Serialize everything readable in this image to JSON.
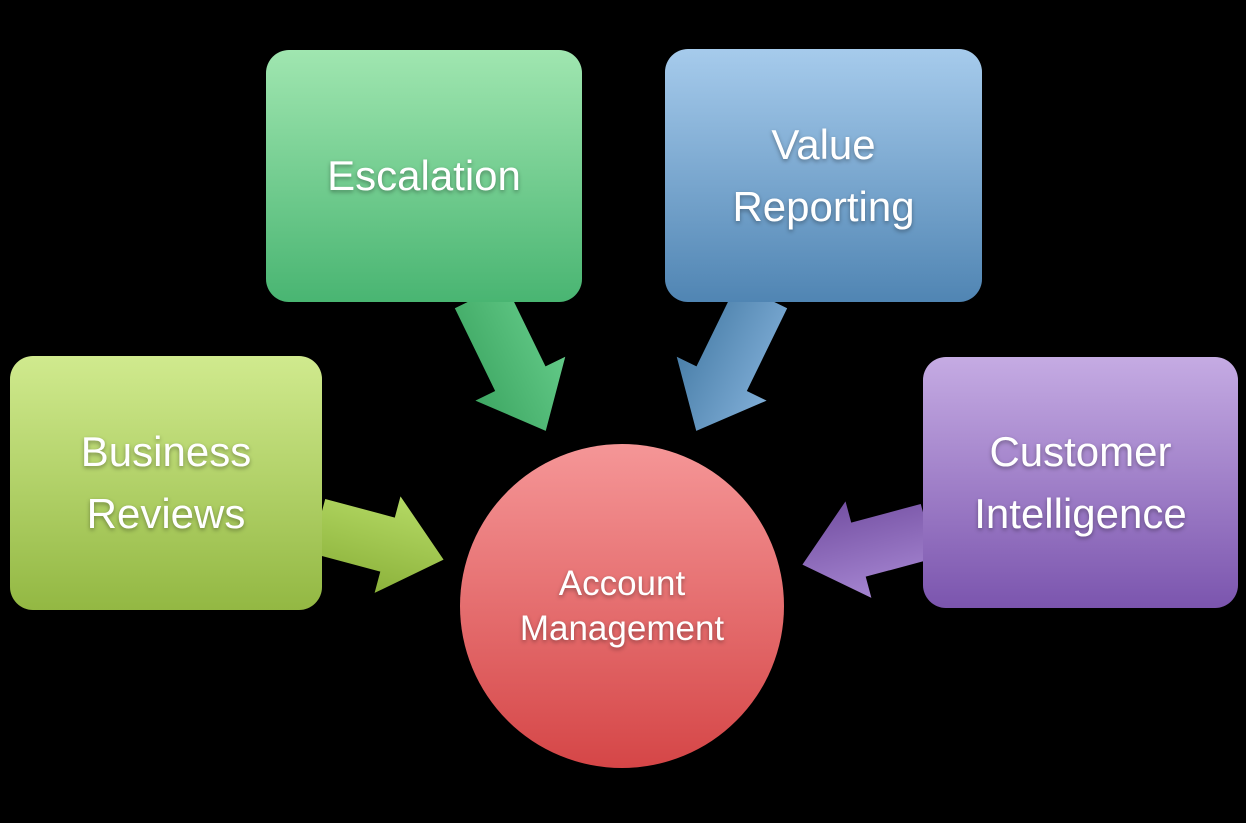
{
  "background_color": "#000000",
  "text_color": "#ffffff",
  "center_node": {
    "label": "Account\nManagement",
    "shape": "circle",
    "fill_top": "#f59697",
    "fill_bottom": "#d54647"
  },
  "nodes": [
    {
      "id": "escalation",
      "label": "Escalation",
      "shape": "rounded-rectangle",
      "fill_top": "#a0e6b0",
      "fill_bottom": "#49b572",
      "arrow_top": "#62c987",
      "arrow_bottom": "#3ea763"
    },
    {
      "id": "value-reporting",
      "label": "Value\nReporting",
      "shape": "rounded-rectangle",
      "fill_top": "#a6cbec",
      "fill_bottom": "#5085b3",
      "arrow_top": "#7fadd6",
      "arrow_bottom": "#4a7fa9"
    },
    {
      "id": "business-reviews",
      "label": "Business\nReviews",
      "shape": "rounded-rectangle",
      "fill_top": "#d0ea8e",
      "fill_bottom": "#93b843",
      "arrow_top": "#b4d964",
      "arrow_bottom": "#8cb23b"
    },
    {
      "id": "customer-intelligence",
      "label": "Customer\nIntelligence",
      "shape": "rounded-rectangle",
      "fill_top": "#c5abe3",
      "fill_bottom": "#7b55ae",
      "arrow_top": "#a585d1",
      "arrow_bottom": "#7551a3"
    }
  ],
  "connectors": [
    {
      "from": "Escalation",
      "to": "Account Management"
    },
    {
      "from": "Value Reporting",
      "to": "Account Management"
    },
    {
      "from": "Business Reviews",
      "to": "Account Management"
    },
    {
      "from": "Customer Intelligence",
      "to": "Account Management"
    }
  ]
}
